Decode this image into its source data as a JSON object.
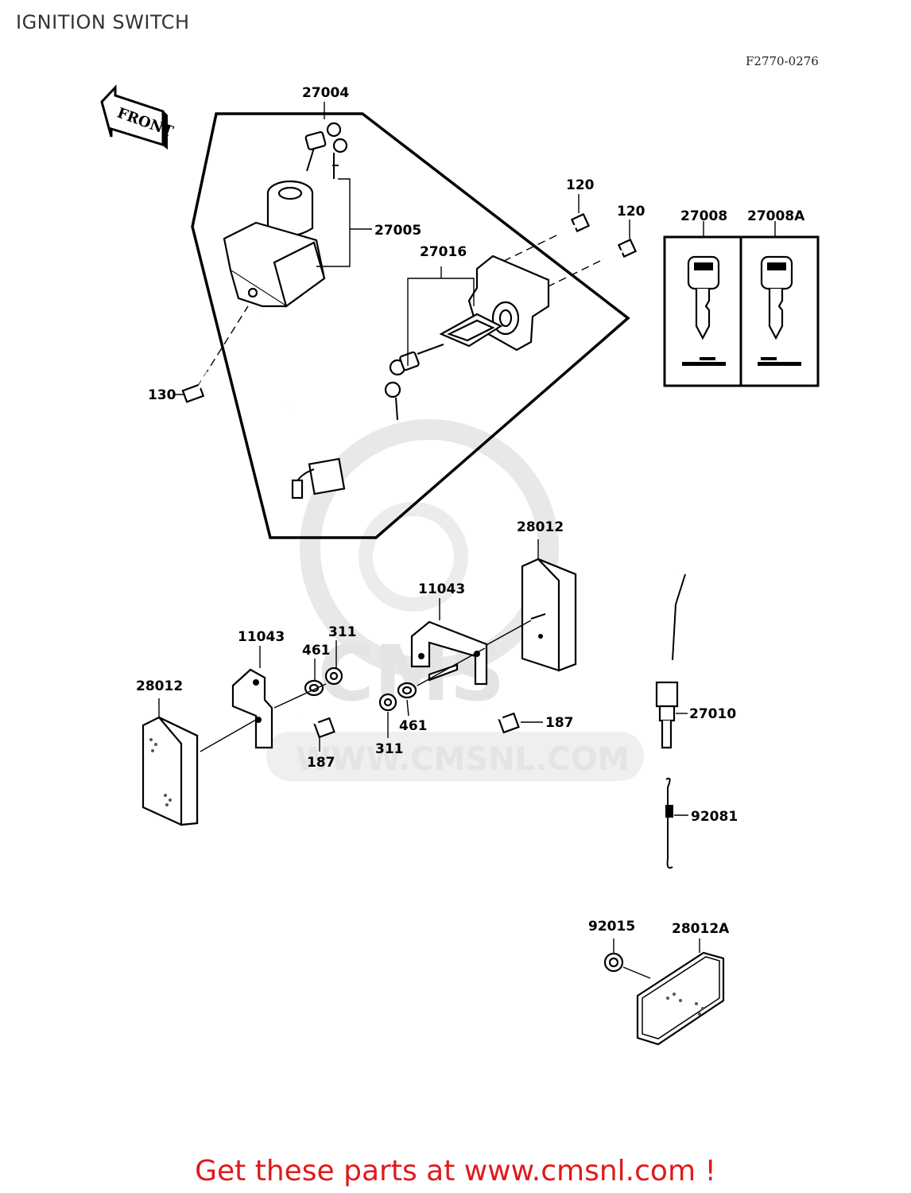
{
  "header": {
    "title": "IGNITION SWITCH",
    "diagram_code": "F2770-0276"
  },
  "orientation_marker": {
    "label": "FRONT"
  },
  "watermark": {
    "brand": "CMS",
    "url": "WWW.CMSNL.COM"
  },
  "parts": [
    {
      "id": "p-27004",
      "number": "27004"
    },
    {
      "id": "p-27005",
      "number": "27005"
    },
    {
      "id": "p-130",
      "number": "130"
    },
    {
      "id": "p-120a",
      "number": "120"
    },
    {
      "id": "p-120b",
      "number": "120"
    },
    {
      "id": "p-27016",
      "number": "27016"
    },
    {
      "id": "p-27008",
      "number": "27008"
    },
    {
      "id": "p-27008a",
      "number": "27008A"
    },
    {
      "id": "p-28012-top",
      "number": "28012"
    },
    {
      "id": "p-11043-right",
      "number": "11043"
    },
    {
      "id": "p-11043-left",
      "number": "11043"
    },
    {
      "id": "p-311-top",
      "number": "311"
    },
    {
      "id": "p-461-top",
      "number": "461"
    },
    {
      "id": "p-28012-left",
      "number": "28012"
    },
    {
      "id": "p-187-bottom",
      "number": "187"
    },
    {
      "id": "p-187-right",
      "number": "187"
    },
    {
      "id": "p-461-bottom",
      "number": "461"
    },
    {
      "id": "p-311-bottom",
      "number": "311"
    },
    {
      "id": "p-27010",
      "number": "27010"
    },
    {
      "id": "p-92081",
      "number": "92081"
    },
    {
      "id": "p-92015",
      "number": "92015"
    },
    {
      "id": "p-28012a",
      "number": "28012A"
    }
  ],
  "footer": {
    "promo_text": "Get these parts at www.cmsnl.com !"
  }
}
